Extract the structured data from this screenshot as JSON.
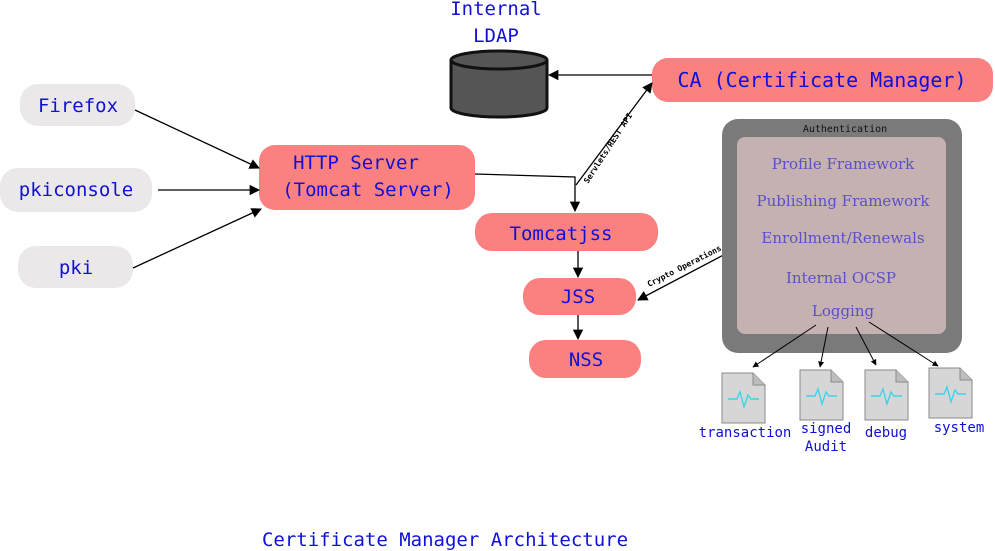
{
  "title": "Certificate Manager Architecture",
  "clients": {
    "firefox": "Firefox",
    "pkiconsole": "pkiconsole",
    "pki": "pki"
  },
  "http_server": {
    "line1": "HTTP Server",
    "line2": "(Tomcat Server)"
  },
  "ldap": {
    "line1": "Internal",
    "line2": "LDAP"
  },
  "ca": "CA (Certificate Manager)",
  "tomcatjss": "Tomcatjss",
  "jss": "JSS",
  "nss": "NSS",
  "edge_labels": {
    "servlets": "Servlets/REST API",
    "crypto": "Crypto Operations"
  },
  "authentication": {
    "header": "Authentication",
    "items": [
      "Profile Framework",
      "Publishing Framework",
      "Enrollment/Renewals",
      "Internal OCSP",
      "Logging"
    ]
  },
  "logs": {
    "transaction": "transaction",
    "signed_line1": "signed",
    "signed_line2": "Audit",
    "debug": "debug",
    "system": "system"
  },
  "colors": {
    "node_fill": "#fb8080",
    "client_fill": "#ebe8ea",
    "text_blue": "#1010d6",
    "auth_outer": "#7a7a7a",
    "auth_inner": "#c5b1b2",
    "auth_text": "#5a50c8",
    "db_fill": "#555555"
  }
}
